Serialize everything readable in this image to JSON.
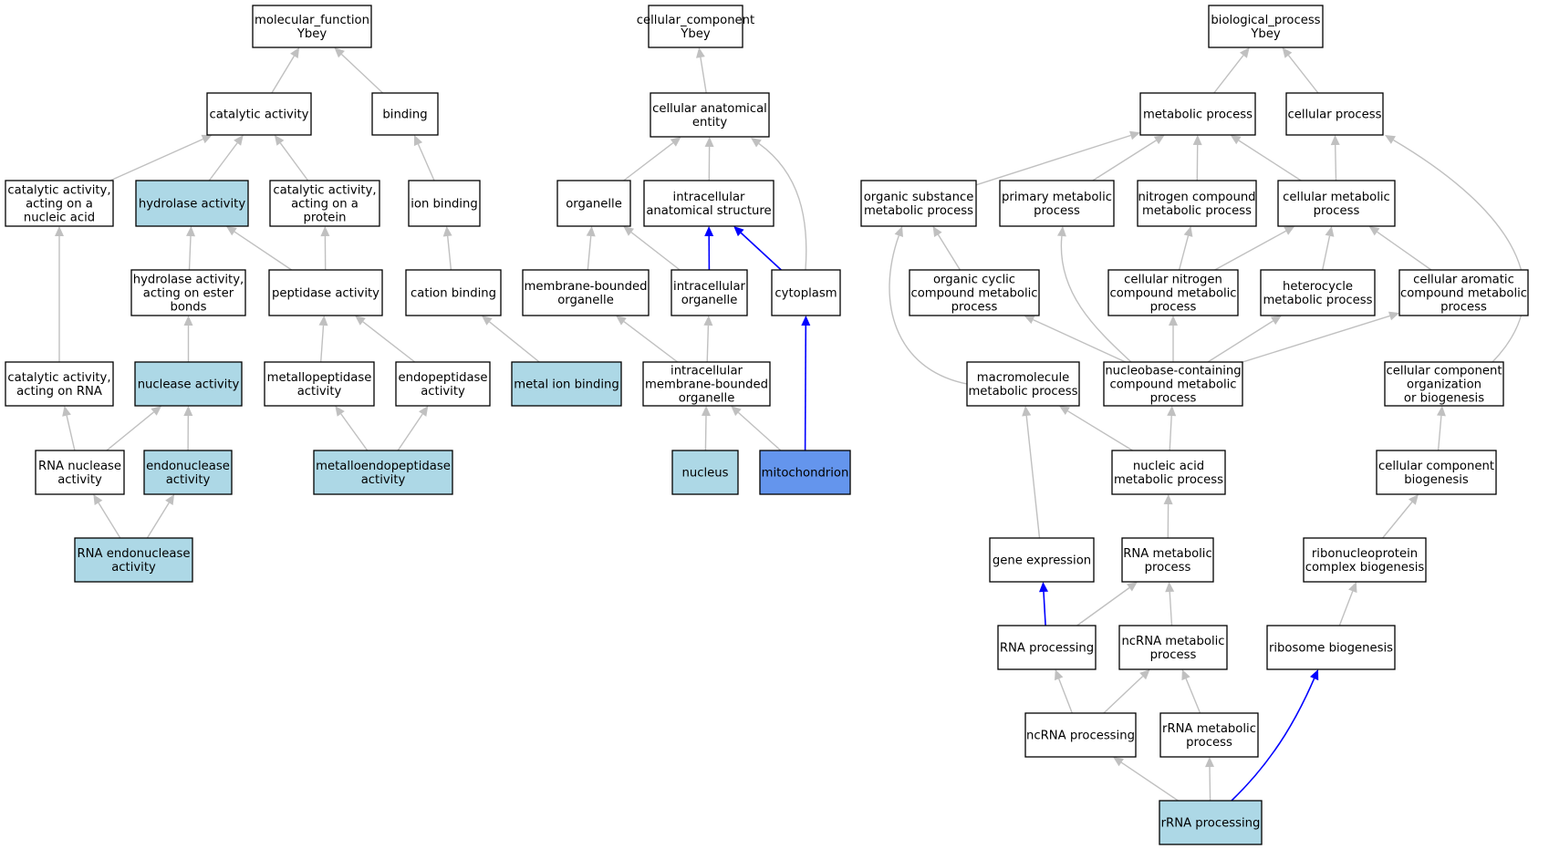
{
  "colors": {
    "default_fill": "#ffffff",
    "annotated_fill": "#add8e6",
    "highlight_fill": "#6495ed",
    "grey_edge": "#c0c0c0",
    "blue_edge": "#0000ff"
  },
  "nodes": [
    {
      "id": "mf",
      "lines": [
        "molecular_function",
        "Ybey"
      ],
      "style": "default"
    },
    {
      "id": "catalytic",
      "lines": [
        "catalytic activity"
      ],
      "style": "default"
    },
    {
      "id": "binding",
      "lines": [
        "binding"
      ],
      "style": "default"
    },
    {
      "id": "cat_nucleic",
      "lines": [
        "catalytic activity,",
        "acting on a",
        "nucleic acid"
      ],
      "style": "default"
    },
    {
      "id": "hydrolase",
      "lines": [
        "hydrolase activity"
      ],
      "style": "annotated"
    },
    {
      "id": "cat_protein",
      "lines": [
        "catalytic activity,",
        "acting on a",
        "protein"
      ],
      "style": "default"
    },
    {
      "id": "ion_binding",
      "lines": [
        "ion binding"
      ],
      "style": "default"
    },
    {
      "id": "hydro_ester",
      "lines": [
        "hydrolase activity,",
        "acting on ester",
        "bonds"
      ],
      "style": "default"
    },
    {
      "id": "peptidase",
      "lines": [
        "peptidase activity"
      ],
      "style": "default"
    },
    {
      "id": "cation",
      "lines": [
        "cation binding"
      ],
      "style": "default"
    },
    {
      "id": "cat_rna",
      "lines": [
        "catalytic activity,",
        "acting on RNA"
      ],
      "style": "default"
    },
    {
      "id": "nuclease",
      "lines": [
        "nuclease activity"
      ],
      "style": "annotated"
    },
    {
      "id": "metallopep",
      "lines": [
        "metallopeptidase",
        "activity"
      ],
      "style": "default"
    },
    {
      "id": "endopep",
      "lines": [
        "endopeptidase",
        "activity"
      ],
      "style": "default"
    },
    {
      "id": "metal_ion",
      "lines": [
        "metal ion binding"
      ],
      "style": "annotated"
    },
    {
      "id": "rna_nuclease",
      "lines": [
        "RNA nuclease",
        "activity"
      ],
      "style": "default"
    },
    {
      "id": "endonuclease",
      "lines": [
        "endonuclease",
        "activity"
      ],
      "style": "annotated"
    },
    {
      "id": "metalloendo",
      "lines": [
        "metalloendopeptidase",
        "activity"
      ],
      "style": "annotated"
    },
    {
      "id": "rna_endo",
      "lines": [
        "RNA endonuclease",
        "activity"
      ],
      "style": "annotated"
    },
    {
      "id": "cc",
      "lines": [
        "cellular_component",
        "Ybey"
      ],
      "style": "default"
    },
    {
      "id": "cae",
      "lines": [
        "cellular anatomical",
        "entity"
      ],
      "style": "default"
    },
    {
      "id": "organelle",
      "lines": [
        "organelle"
      ],
      "style": "default"
    },
    {
      "id": "ias",
      "lines": [
        "intracellular",
        "anatomical structure"
      ],
      "style": "default"
    },
    {
      "id": "mbo",
      "lines": [
        "membrane-bounded",
        "organelle"
      ],
      "style": "default"
    },
    {
      "id": "io",
      "lines": [
        "intracellular",
        "organelle"
      ],
      "style": "default"
    },
    {
      "id": "cytoplasm",
      "lines": [
        "cytoplasm"
      ],
      "style": "default"
    },
    {
      "id": "imbo",
      "lines": [
        "intracellular",
        "membrane-bounded",
        "organelle"
      ],
      "style": "default"
    },
    {
      "id": "nucleus",
      "lines": [
        "nucleus"
      ],
      "style": "annotated"
    },
    {
      "id": "mito",
      "lines": [
        "mitochondrion"
      ],
      "style": "highlight"
    },
    {
      "id": "bp",
      "lines": [
        "biological_process",
        "Ybey"
      ],
      "style": "default"
    },
    {
      "id": "metab",
      "lines": [
        "metabolic process"
      ],
      "style": "default"
    },
    {
      "id": "cellproc",
      "lines": [
        "cellular process"
      ],
      "style": "default"
    },
    {
      "id": "osmp",
      "lines": [
        "organic substance",
        "metabolic process"
      ],
      "style": "default"
    },
    {
      "id": "pmp",
      "lines": [
        "primary metabolic",
        "process"
      ],
      "style": "default"
    },
    {
      "id": "ncmp",
      "lines": [
        "nitrogen compound",
        "metabolic process"
      ],
      "style": "default"
    },
    {
      "id": "cmp",
      "lines": [
        "cellular metabolic",
        "process"
      ],
      "style": "default"
    },
    {
      "id": "occmp",
      "lines": [
        "organic cyclic",
        "compound metabolic",
        "process"
      ],
      "style": "default"
    },
    {
      "id": "cncmp",
      "lines": [
        "cellular nitrogen",
        "compound metabolic",
        "process"
      ],
      "style": "default"
    },
    {
      "id": "hmp",
      "lines": [
        "heterocycle",
        "metabolic process"
      ],
      "style": "default"
    },
    {
      "id": "cacmp",
      "lines": [
        "cellular aromatic",
        "compound metabolic",
        "process"
      ],
      "style": "default"
    },
    {
      "id": "mmp",
      "lines": [
        "macromolecule",
        "metabolic process"
      ],
      "style": "default"
    },
    {
      "id": "nbcmp",
      "lines": [
        "nucleobase-containing",
        "compound metabolic",
        "process"
      ],
      "style": "default"
    },
    {
      "id": "ccob",
      "lines": [
        "cellular component",
        "organization",
        "or biogenesis"
      ],
      "style": "default"
    },
    {
      "id": "namp",
      "lines": [
        "nucleic acid",
        "metabolic process"
      ],
      "style": "default"
    },
    {
      "id": "ccb",
      "lines": [
        "cellular component",
        "biogenesis"
      ],
      "style": "default"
    },
    {
      "id": "ge",
      "lines": [
        "gene expression"
      ],
      "style": "default"
    },
    {
      "id": "rmp",
      "lines": [
        "RNA metabolic",
        "process"
      ],
      "style": "default"
    },
    {
      "id": "rcb",
      "lines": [
        "ribonucleoprotein",
        "complex biogenesis"
      ],
      "style": "default"
    },
    {
      "id": "rp",
      "lines": [
        "RNA processing"
      ],
      "style": "default"
    },
    {
      "id": "ncrmp",
      "lines": [
        "ncRNA metabolic",
        "process"
      ],
      "style": "default"
    },
    {
      "id": "rb",
      "lines": [
        "ribosome biogenesis"
      ],
      "style": "default"
    },
    {
      "id": "ncrp",
      "lines": [
        "ncRNA processing"
      ],
      "style": "default"
    },
    {
      "id": "rrmp",
      "lines": [
        "rRNA metabolic",
        "process"
      ],
      "style": "default"
    },
    {
      "id": "rrp",
      "lines": [
        "rRNA processing"
      ],
      "style": "annotated"
    }
  ],
  "edges": [
    {
      "from": "catalytic",
      "to": "mf",
      "color": "grey"
    },
    {
      "from": "binding",
      "to": "mf",
      "color": "grey"
    },
    {
      "from": "cat_nucleic",
      "to": "catalytic",
      "color": "grey"
    },
    {
      "from": "hydrolase",
      "to": "catalytic",
      "color": "grey"
    },
    {
      "from": "cat_protein",
      "to": "catalytic",
      "color": "grey"
    },
    {
      "from": "ion_binding",
      "to": "binding",
      "color": "grey"
    },
    {
      "from": "hydro_ester",
      "to": "hydrolase",
      "color": "grey"
    },
    {
      "from": "peptidase",
      "to": "hydrolase",
      "color": "grey"
    },
    {
      "from": "peptidase",
      "to": "cat_protein",
      "color": "grey"
    },
    {
      "from": "cation",
      "to": "ion_binding",
      "color": "grey"
    },
    {
      "from": "cat_rna",
      "to": "cat_nucleic",
      "color": "grey"
    },
    {
      "from": "nuclease",
      "to": "hydro_ester",
      "color": "grey"
    },
    {
      "from": "metallopep",
      "to": "peptidase",
      "color": "grey"
    },
    {
      "from": "endopep",
      "to": "peptidase",
      "color": "grey"
    },
    {
      "from": "metal_ion",
      "to": "cation",
      "color": "grey"
    },
    {
      "from": "rna_nuclease",
      "to": "cat_rna",
      "color": "grey"
    },
    {
      "from": "rna_nuclease",
      "to": "nuclease",
      "color": "grey"
    },
    {
      "from": "endonuclease",
      "to": "nuclease",
      "color": "grey"
    },
    {
      "from": "metalloendo",
      "to": "metallopep",
      "color": "grey"
    },
    {
      "from": "metalloendo",
      "to": "endopep",
      "color": "grey"
    },
    {
      "from": "rna_endo",
      "to": "rna_nuclease",
      "color": "grey"
    },
    {
      "from": "rna_endo",
      "to": "endonuclease",
      "color": "grey"
    },
    {
      "from": "cae",
      "to": "cc",
      "color": "grey"
    },
    {
      "from": "organelle",
      "to": "cae",
      "color": "grey"
    },
    {
      "from": "ias",
      "to": "cae",
      "color": "grey"
    },
    {
      "from": "cytoplasm",
      "to": "cae",
      "color": "grey",
      "curve": true
    },
    {
      "from": "mbo",
      "to": "organelle",
      "color": "grey"
    },
    {
      "from": "io",
      "to": "organelle",
      "color": "grey"
    },
    {
      "from": "io",
      "to": "ias",
      "color": "blue"
    },
    {
      "from": "cytoplasm",
      "to": "ias",
      "color": "blue"
    },
    {
      "from": "imbo",
      "to": "mbo",
      "color": "grey"
    },
    {
      "from": "imbo",
      "to": "io",
      "color": "grey"
    },
    {
      "from": "nucleus",
      "to": "imbo",
      "color": "grey"
    },
    {
      "from": "mito",
      "to": "imbo",
      "color": "grey"
    },
    {
      "from": "mito",
      "to": "cytoplasm",
      "color": "blue"
    },
    {
      "from": "metab",
      "to": "bp",
      "color": "grey"
    },
    {
      "from": "cellproc",
      "to": "bp",
      "color": "grey"
    },
    {
      "from": "osmp",
      "to": "metab",
      "color": "grey"
    },
    {
      "from": "pmp",
      "to": "metab",
      "color": "grey"
    },
    {
      "from": "ncmp",
      "to": "metab",
      "color": "grey"
    },
    {
      "from": "cmp",
      "to": "metab",
      "color": "grey"
    },
    {
      "from": "cmp",
      "to": "cellproc",
      "color": "grey"
    },
    {
      "from": "occmp",
      "to": "osmp",
      "color": "grey"
    },
    {
      "from": "cncmp",
      "to": "ncmp",
      "color": "grey"
    },
    {
      "from": "cncmp",
      "to": "cmp",
      "color": "grey"
    },
    {
      "from": "hmp",
      "to": "cmp",
      "color": "grey"
    },
    {
      "from": "cacmp",
      "to": "cmp",
      "color": "grey"
    },
    {
      "from": "mmp",
      "to": "osmp",
      "color": "grey",
      "curve": true
    },
    {
      "from": "nbcmp",
      "to": "occmp",
      "color": "grey"
    },
    {
      "from": "nbcmp",
      "to": "pmp",
      "color": "grey",
      "curve": true
    },
    {
      "from": "nbcmp",
      "to": "cncmp",
      "color": "grey"
    },
    {
      "from": "nbcmp",
      "to": "hmp",
      "color": "grey"
    },
    {
      "from": "nbcmp",
      "to": "cacmp",
      "color": "grey"
    },
    {
      "from": "ccob",
      "to": "cellproc",
      "color": "grey",
      "curve": true
    },
    {
      "from": "namp",
      "to": "mmp",
      "color": "grey"
    },
    {
      "from": "namp",
      "to": "nbcmp",
      "color": "grey"
    },
    {
      "from": "ccb",
      "to": "ccob",
      "color": "grey"
    },
    {
      "from": "ge",
      "to": "mmp",
      "color": "grey"
    },
    {
      "from": "rmp",
      "to": "namp",
      "color": "grey"
    },
    {
      "from": "rcb",
      "to": "ccb",
      "color": "grey"
    },
    {
      "from": "rp",
      "to": "ge",
      "color": "blue"
    },
    {
      "from": "rp",
      "to": "rmp",
      "color": "grey"
    },
    {
      "from": "ncrmp",
      "to": "rmp",
      "color": "grey"
    },
    {
      "from": "rb",
      "to": "rcb",
      "color": "grey"
    },
    {
      "from": "ncrp",
      "to": "rp",
      "color": "grey"
    },
    {
      "from": "ncrp",
      "to": "ncrmp",
      "color": "grey"
    },
    {
      "from": "rrmp",
      "to": "ncrmp",
      "color": "grey"
    },
    {
      "from": "rrp",
      "to": "ncrp",
      "color": "grey"
    },
    {
      "from": "rrp",
      "to": "rrmp",
      "color": "grey"
    },
    {
      "from": "rrp",
      "to": "rb",
      "color": "blue",
      "curve": true
    }
  ]
}
